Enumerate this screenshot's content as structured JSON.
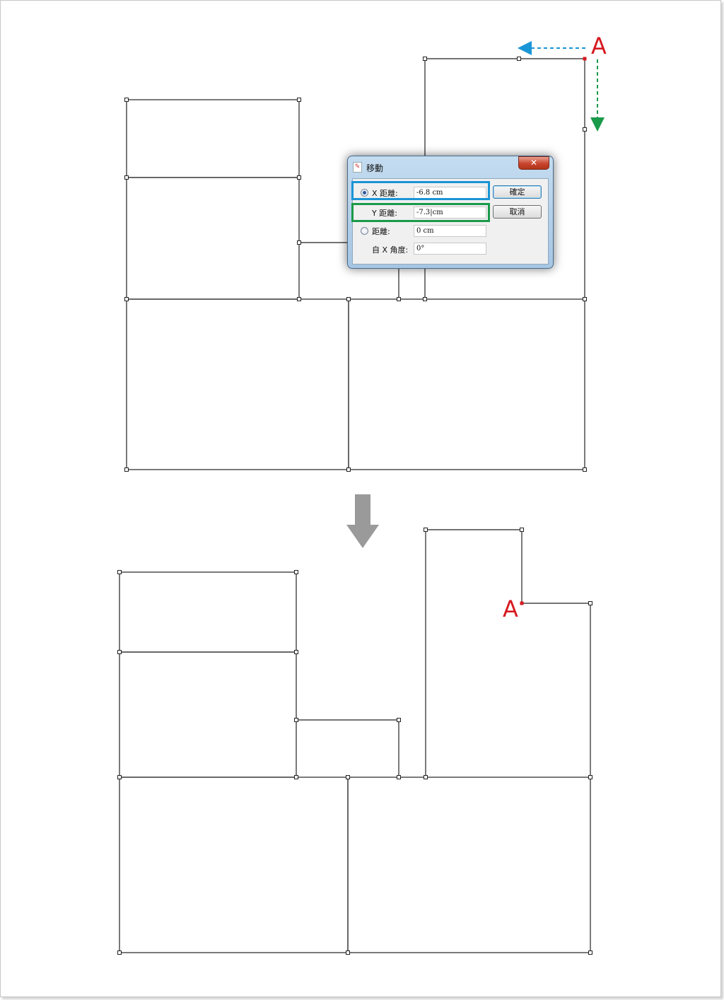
{
  "markers": {
    "point_label": "A"
  },
  "dialog": {
    "title": "移動",
    "close_icon": "close-icon",
    "title_icon": "document-icon",
    "x_distance_label": "X 距離:",
    "x_distance_value": "-6.8 cm",
    "y_distance_label": "Y 距離:",
    "y_distance_value": "-7.3|cm",
    "distance_label": "距離:",
    "distance_value": "0 cm",
    "angle_label": "自 X 角度:",
    "angle_value": "0°",
    "ok_label": "確定",
    "cancel_label": "取消",
    "selected_mode": "x-y-distance"
  },
  "colors": {
    "x_highlight": "#1a95d6",
    "y_highlight": "#1a9a4a",
    "point_marker": "#d71920",
    "arrow_down": "#8a8a8a"
  }
}
